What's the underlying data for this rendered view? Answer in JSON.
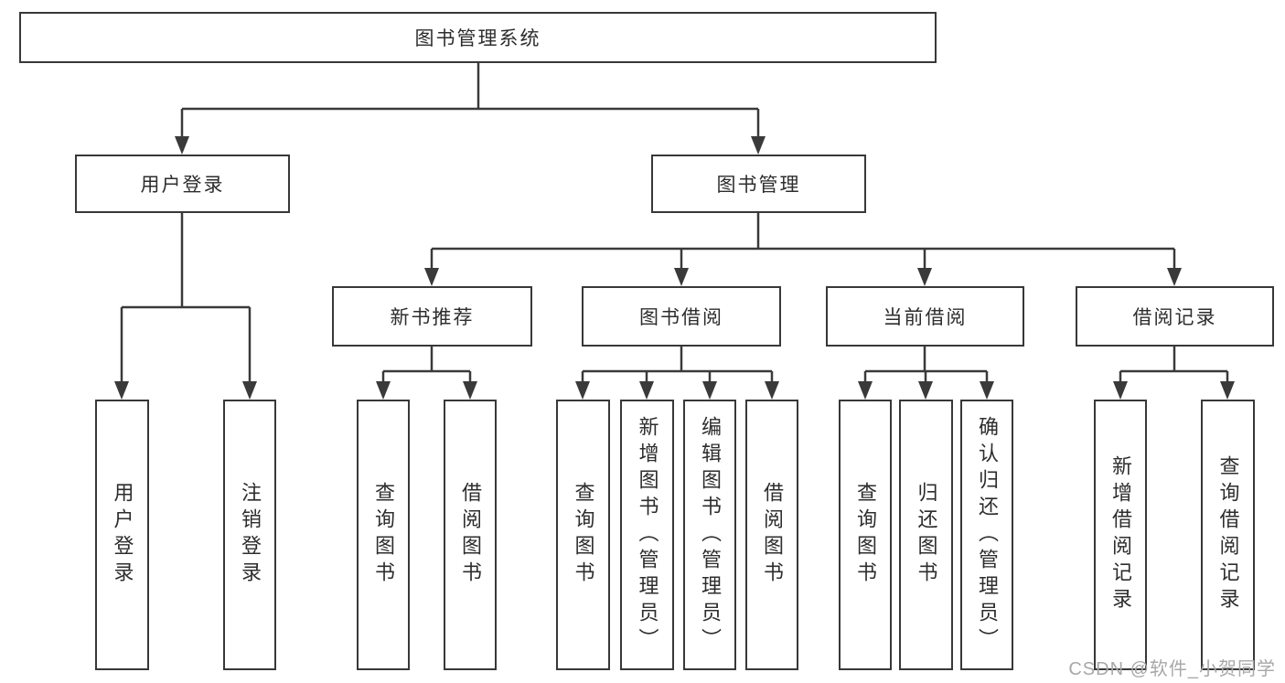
{
  "title": "图书管理系统",
  "nodes": {
    "root": {
      "label": "图书管理系统"
    },
    "user_login": {
      "label": "用户登录"
    },
    "book_mgmt": {
      "label": "图书管理"
    },
    "new_book_rec": {
      "label": "新书推荐"
    },
    "book_borrow": {
      "label": "图书借阅"
    },
    "current_borrow": {
      "label": "当前借阅"
    },
    "borrow_records": {
      "label": "借阅记录"
    },
    "leaf_user_login": {
      "label": "用户登录"
    },
    "leaf_logout": {
      "label": "注销登录"
    },
    "leaf_nbr_query_book": {
      "label": "查询图书"
    },
    "leaf_nbr_borrow_book": {
      "label": "借阅图书"
    },
    "leaf_bb_query_book": {
      "label": "查询图书"
    },
    "leaf_bb_add_book": {
      "label": "新增图书（管理员）"
    },
    "leaf_bb_edit_book": {
      "label": "编辑图书（管理员）"
    },
    "leaf_bb_borrow_book": {
      "label": "借阅图书"
    },
    "leaf_cb_query_book": {
      "label": "查询图书"
    },
    "leaf_cb_return_book": {
      "label": "归还图书"
    },
    "leaf_cb_confirm_return": {
      "label": "确认归还（管理员）"
    },
    "leaf_br_add_record": {
      "label": "新增借阅记录"
    },
    "leaf_br_query_record": {
      "label": "查询借阅记录"
    }
  },
  "hierarchy": {
    "root": [
      "user_login",
      "book_mgmt"
    ],
    "user_login": [
      "leaf_user_login",
      "leaf_logout"
    ],
    "book_mgmt": [
      "new_book_rec",
      "book_borrow",
      "current_borrow",
      "borrow_records"
    ],
    "new_book_rec": [
      "leaf_nbr_query_book",
      "leaf_nbr_borrow_book"
    ],
    "book_borrow": [
      "leaf_bb_query_book",
      "leaf_bb_add_book",
      "leaf_bb_edit_book",
      "leaf_bb_borrow_book"
    ],
    "current_borrow": [
      "leaf_cb_query_book",
      "leaf_cb_return_book",
      "leaf_cb_confirm_return"
    ],
    "borrow_records": [
      "leaf_br_add_record",
      "leaf_br_query_record"
    ]
  },
  "watermark": {
    "text": "CSDN @软件_小贺同学"
  },
  "colors": {
    "node_border": "#383838",
    "connector": "#3a3a3a",
    "text": "#2d2d2d",
    "watermark": "#a8a8a8",
    "background": "#ffffff"
  }
}
